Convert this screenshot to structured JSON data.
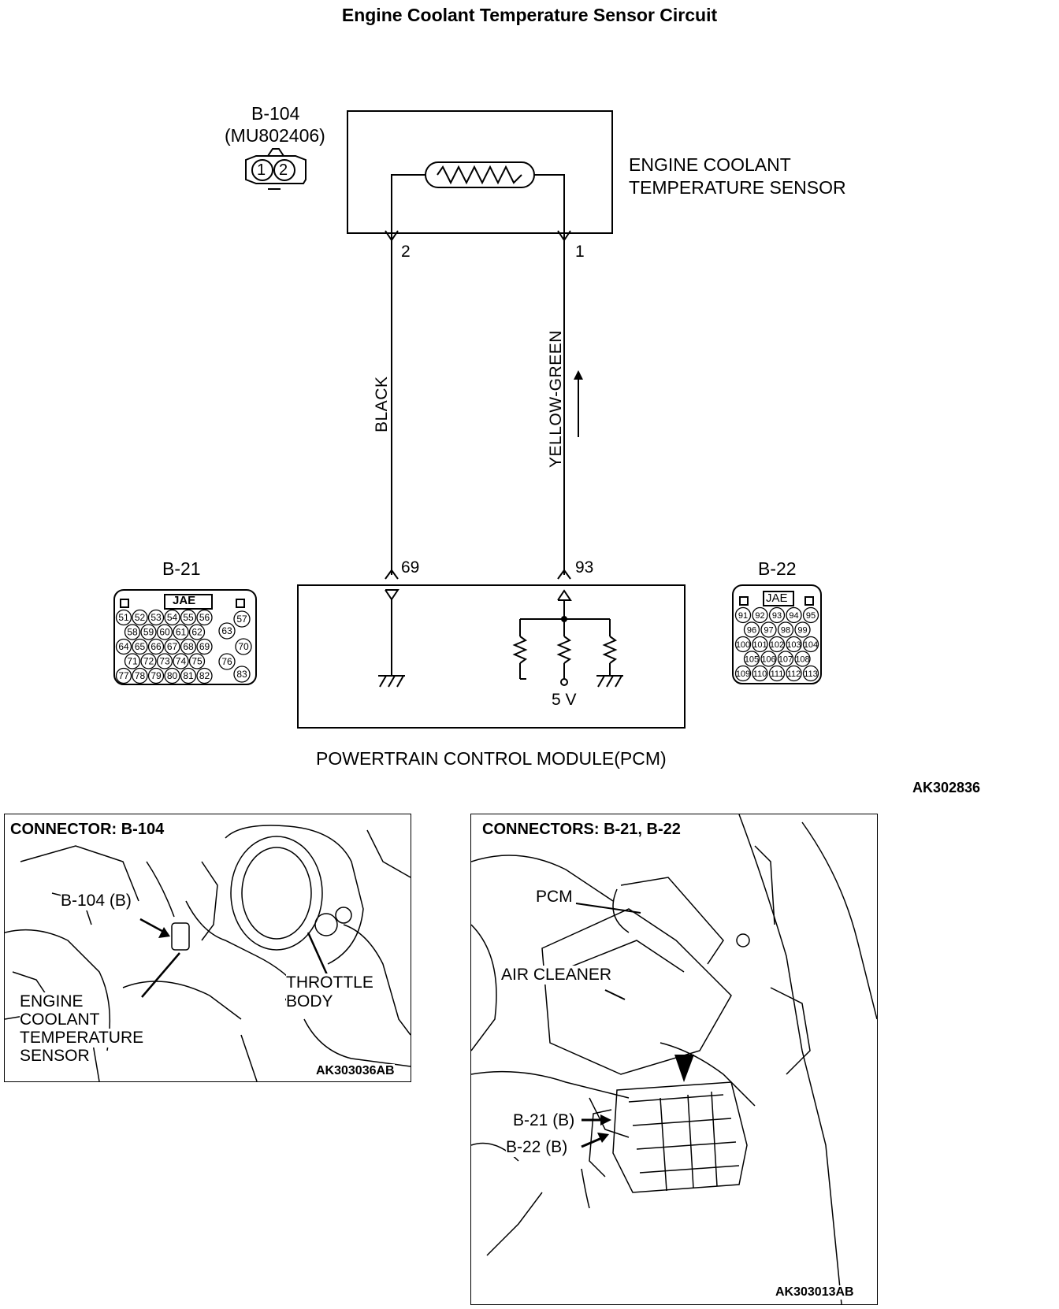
{
  "title": "Engine Coolant Temperature Sensor Circuit",
  "sensor_connector": {
    "id": "B-104",
    "part": "(MU802406)",
    "pins": [
      "1",
      "2"
    ]
  },
  "sensor_label": {
    "line1": "ENGINE COOLANT",
    "line2": "TEMPERATURE SENSOR"
  },
  "wires": [
    {
      "sensor_pin": "2",
      "color": "BLACK",
      "pcm_pin": "69"
    },
    {
      "sensor_pin": "1",
      "color": "YELLOW-GREEN",
      "pcm_pin": "93"
    }
  ],
  "pcm": {
    "label": "POWERTRAIN CONTROL MODULE(PCM)",
    "supply": "5 V"
  },
  "connector_b21": {
    "id": "B-21",
    "brand": "JAE",
    "rows": [
      [
        "51",
        "52",
        "53",
        "54",
        "55",
        "56"
      ],
      [
        "58",
        "59",
        "60",
        "61",
        "62"
      ],
      [
        "64",
        "65",
        "66",
        "67",
        "68",
        "69"
      ],
      [
        "71",
        "72",
        "73",
        "74",
        "75"
      ],
      [
        "77",
        "78",
        "79",
        "80",
        "81",
        "82"
      ]
    ],
    "side": [
      "57",
      "63",
      "70",
      "76",
      "83"
    ]
  },
  "connector_b22": {
    "id": "B-22",
    "brand": "JAE",
    "rows": [
      [
        "91",
        "92",
        "93",
        "94",
        "95"
      ],
      [
        "96",
        "97",
        "98",
        "99"
      ],
      [
        "100",
        "101",
        "102",
        "103",
        "104"
      ],
      [
        "105",
        "106",
        "107",
        "108"
      ],
      [
        "109",
        "110",
        "111",
        "112",
        "113"
      ]
    ]
  },
  "figure_code": "AK302836",
  "panel_left": {
    "heading": "CONNECTOR: B-104",
    "callout_connector": "B-104 (B)",
    "callout_throttle_1": "THROTTLE",
    "callout_throttle_2": "BODY",
    "callout_sensor_1": "ENGINE",
    "callout_sensor_2": "COOLANT",
    "callout_sensor_3": "TEMPERATURE",
    "callout_sensor_4": "SENSOR",
    "code": "AK303036AB"
  },
  "panel_right": {
    "heading": "CONNECTORS: B-21, B-22",
    "callout_pcm": "PCM",
    "callout_air": "AIR CLEANER",
    "callout_b21": "B-21 (B)",
    "callout_b22": "B-22 (B)",
    "code": "AK303013AB"
  }
}
